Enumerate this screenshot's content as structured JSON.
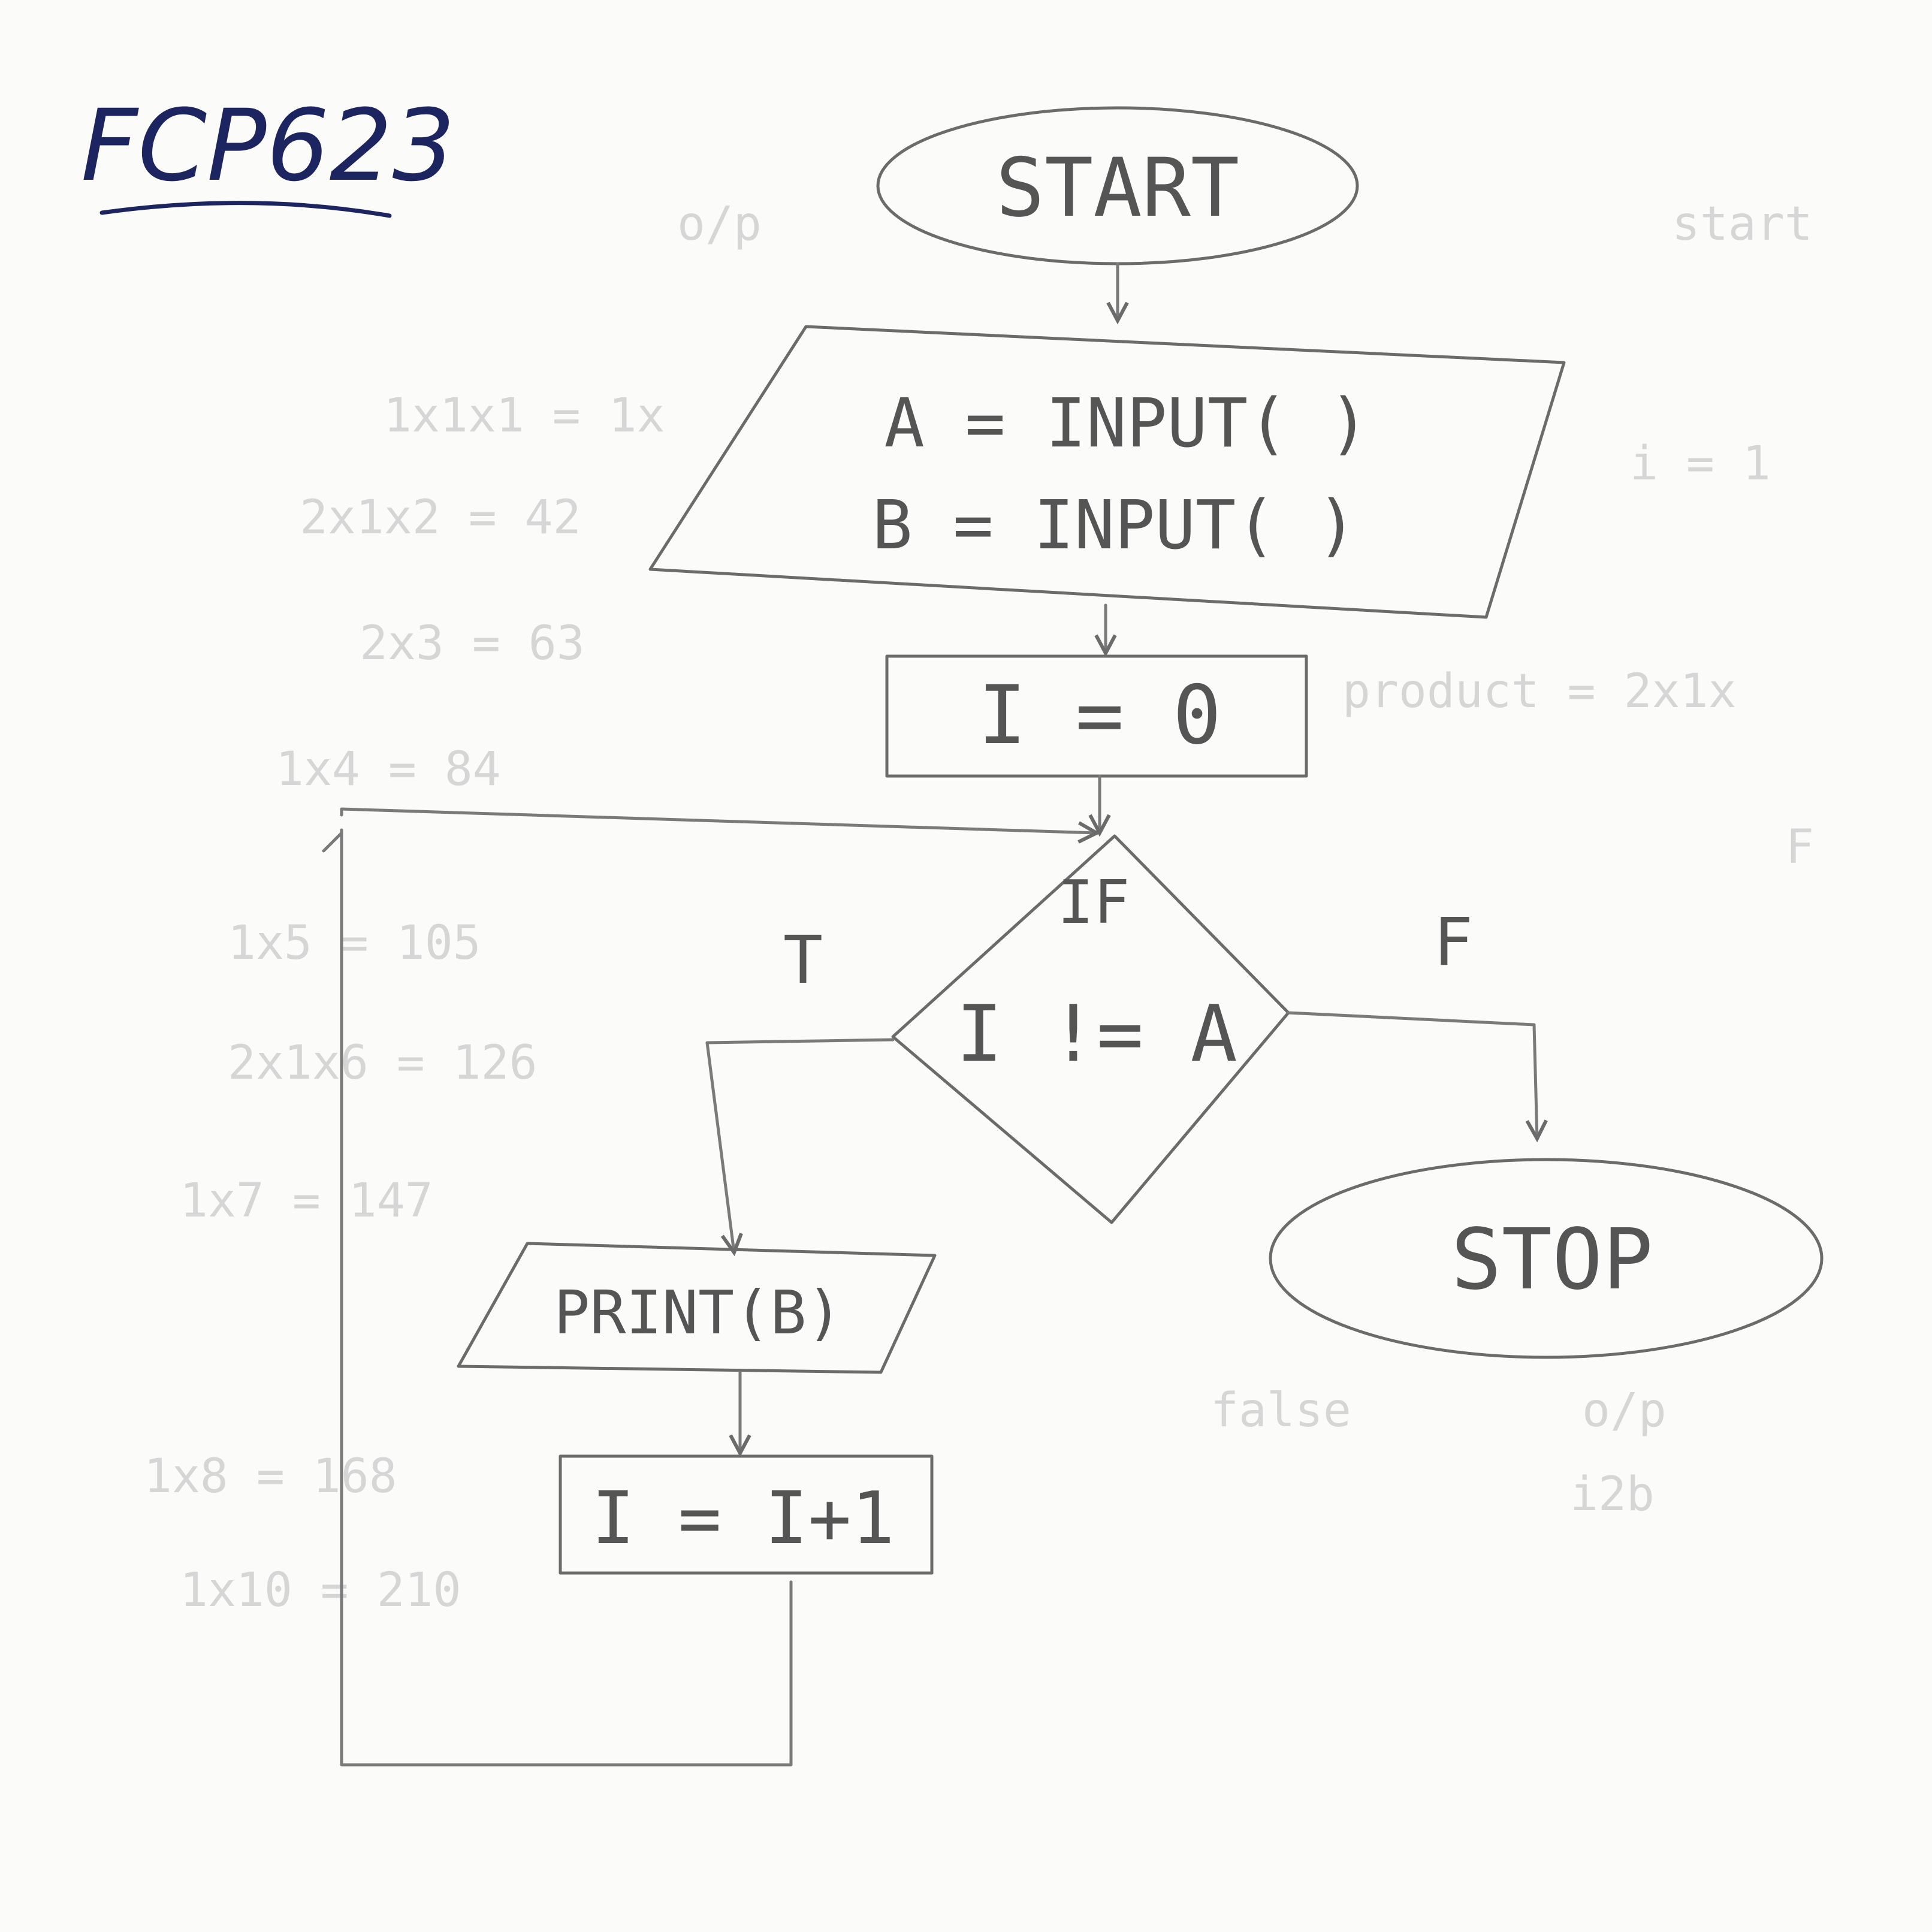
{
  "header": {
    "label": "FCP623"
  },
  "nodes": {
    "start": "START",
    "input_a": "A = INPUT( )",
    "input_b": "B = INPUT( )",
    "init": "I = 0",
    "decision_keyword": "IF",
    "decision_condition": "I != A",
    "print": "PRINT(B)",
    "increment": "I = I+1",
    "stop": "STOP"
  },
  "edges": {
    "true_label": "T",
    "false_label": "F"
  },
  "bleed_through": [
    "o/p",
    "start",
    "i = 1",
    "1x1x1 = 1x",
    "2x1x2 = 42",
    "2x3 = 63",
    "1x4 = 84",
    "F",
    "1x5 = 105",
    "product = 2x1x",
    "2x1x6 = 126",
    "1x7 = 147",
    "false",
    "o/p",
    "1x8 = 168",
    "i2b",
    "1x10 = 210"
  ],
  "colors": {
    "paper": "#fbfbf9",
    "pencil": "#6b6b6b",
    "pen": "#1d2560",
    "bleed": "#d6d6d6"
  }
}
